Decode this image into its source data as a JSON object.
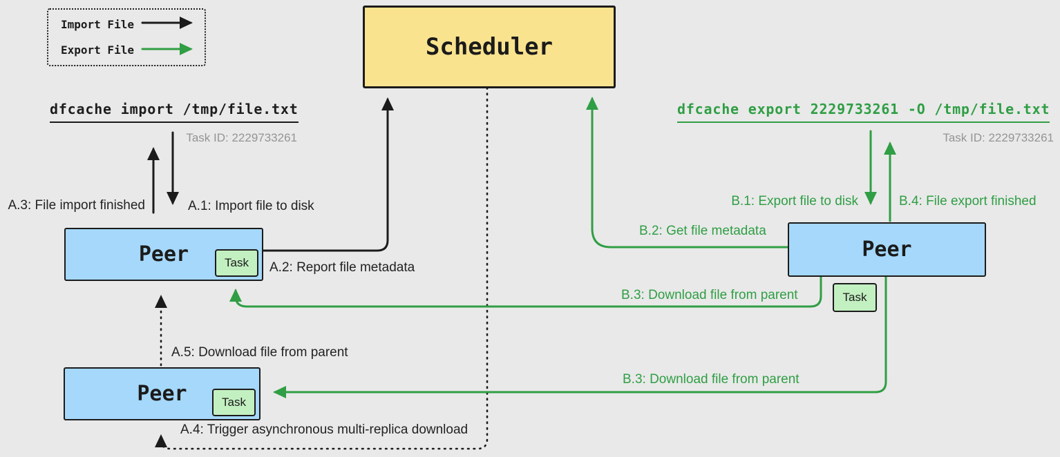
{
  "legend": {
    "import_label": "Import File",
    "export_label": "Export File"
  },
  "scheduler": {
    "title": "Scheduler"
  },
  "nodes": {
    "peer_label": "Peer",
    "task_label": "Task"
  },
  "import_flow": {
    "command": "dfcache import /tmp/file.txt",
    "task_id": "Task ID: 2229733261",
    "steps": {
      "a1": "A.1: Import file to disk",
      "a2": "A.2: Report file metadata",
      "a3": "A.3: File import finished",
      "a4": "A.4: Trigger asynchronous multi-replica download",
      "a5": "A.5: Download file from parent"
    }
  },
  "export_flow": {
    "command": "dfcache export 2229733261 -O /tmp/file.txt",
    "task_id": "Task ID: 2229733261",
    "steps": {
      "b1": "B.1: Export file to disk",
      "b2": "B.2: Get file metadata",
      "b3_upper": "B.3: Download file from parent",
      "b3_lower": "B.3: Download file from parent",
      "b4": "B.4: File export finished"
    }
  },
  "colors": {
    "background": "#e9e9e9",
    "stroke_black": "#1b1b1b",
    "accent_green": "#2f9e44",
    "scheduler_fill": "#fae38e",
    "peer_fill": "#a5d8fa",
    "task_fill": "#c3f0c1",
    "muted_gray": "#949494"
  }
}
